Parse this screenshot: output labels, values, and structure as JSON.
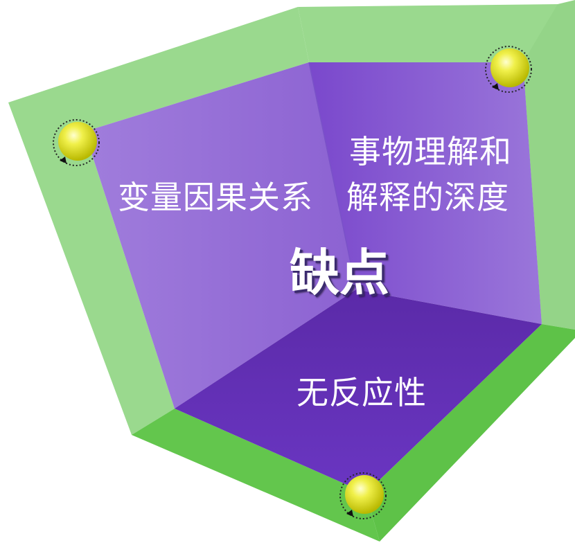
{
  "title": "缺点",
  "faces": {
    "left": "变量因果关系",
    "right_line1": "事物理解和",
    "right_line2": "解释的深度",
    "floor": "无反应性"
  },
  "colors": {
    "frame_light": "#99d98c",
    "frame_mid": "#7fcf70",
    "frame_dark": "#5fbf4a",
    "wall_left": "#9a72d8",
    "wall_right": "#8a5fd4",
    "floor": "#5a2eae",
    "sphere": "#e6e637",
    "text": "#ffffff"
  },
  "markers": [
    "sphere-icon",
    "sphere-icon",
    "sphere-icon"
  ]
}
